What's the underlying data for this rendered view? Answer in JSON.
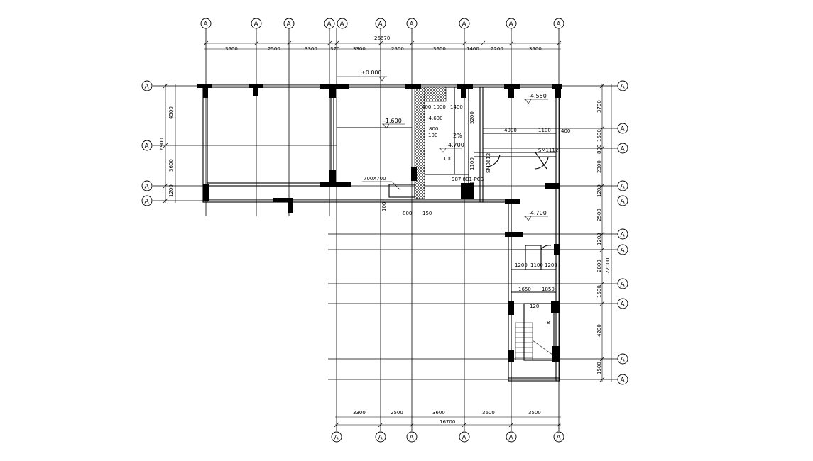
{
  "drawing": {
    "axis_label": "A",
    "overall_top": "26670",
    "overall_bottom": "16700",
    "top_spans": [
      "3600",
      "2500",
      "3300",
      "370",
      "3300",
      "2500",
      "3600",
      "1400",
      "2200",
      "3500"
    ],
    "bottom_spans": [
      "3300",
      "2500",
      "3600",
      "3600",
      "3500"
    ],
    "left_spans": [
      "4500",
      "6900",
      "3600",
      "1200"
    ],
    "right_spans": [
      "3700",
      "1500",
      "800",
      "2300",
      "1200",
      "2500",
      "1200",
      "2800",
      "22000",
      "1500",
      "4200",
      "1500"
    ],
    "levels": {
      "ground": "±0.000",
      "a": "-1.600",
      "b": "-4.550",
      "c": "-4.700",
      "d": "-4.700",
      "e": "-4.600"
    },
    "notes": {
      "opening": "700X700",
      "slope": "2%",
      "door_code": "SM1112",
      "door_code_2": "SM0612",
      "window_code": "987,801-PCB",
      "n100": "100",
      "n150": "150",
      "n800": "800",
      "n100b": "100",
      "n1000": "1000",
      "n1400": "1400",
      "n400": "400",
      "n100c": "100",
      "n5200": "5200",
      "n4000": "4000",
      "n1100": "1100",
      "n400b": "400",
      "n1100b": "1100",
      "n2200": "2200",
      "n1200a": "1200",
      "n1100c": "1100",
      "n1200b": "1200",
      "n1650": "1650",
      "n1850": "1850",
      "n120": "120",
      "n8": "8",
      "n800b": "800"
    }
  }
}
